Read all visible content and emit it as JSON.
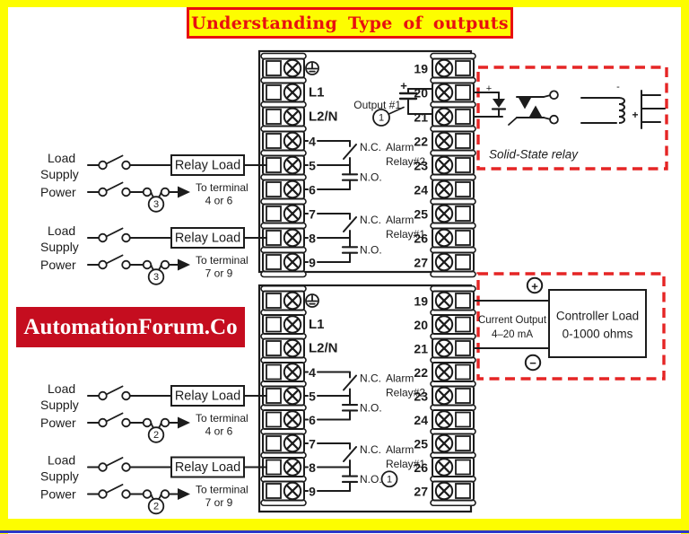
{
  "colors": {
    "ink": "#1c1c1c",
    "accent_red": "#e52525",
    "title_red": "#e81010",
    "yellow": "#fdfd00",
    "brand_bg": "#c50d1f",
    "brand_fg": "#ffffff",
    "blue_line": "#2b36c8"
  },
  "title": {
    "text": "Understanding Type of outputs"
  },
  "brand": {
    "text": "AutomationForum.Co"
  },
  "blocks": [
    {
      "name": "relay-and-ssr-output-block",
      "power_labels": [
        "L1",
        "L2/N"
      ],
      "left_terminals": [
        "4",
        "5",
        "6",
        "7",
        "8",
        "9"
      ],
      "right_terminals": [
        "19",
        "20",
        "21",
        "22",
        "23",
        "24",
        "25",
        "26",
        "27"
      ],
      "relay_groups": [
        {
          "nc": "N.C.",
          "no": "N.O.",
          "line1": "Alarm",
          "line2": "Relay#2"
        },
        {
          "nc": "N.C.",
          "no": "N.O.",
          "line1": "Alarm",
          "line2": "Relay#1"
        }
      ],
      "output1": {
        "label": "Output #1",
        "tag": "1",
        "plus": "+"
      },
      "ssr": {
        "label": "Solid-State relay",
        "plus": "+",
        "minus": "-"
      }
    },
    {
      "name": "current-output-block",
      "power_labels": [
        "L1",
        "L2/N"
      ],
      "left_terminals": [
        "4",
        "5",
        "6",
        "7",
        "8",
        "9"
      ],
      "right_terminals": [
        "19",
        "20",
        "21",
        "22",
        "23",
        "24",
        "25",
        "26",
        "27"
      ],
      "relay_groups": [
        {
          "nc": "N.C.",
          "no": "N.O.",
          "line1": "Alarm",
          "line2": "Relay#2"
        },
        {
          "nc": "N.C.",
          "no": "N.O.",
          "line1": "Alarm",
          "line2": "Relay#1",
          "tag": "1"
        }
      ],
      "current_output": {
        "line1": "Current Output",
        "line2": "4–20 mA",
        "plus": "+",
        "minus": "−",
        "load1": "Controller Load",
        "load2": "0-1000 ohms"
      }
    }
  ],
  "circuits": [
    {
      "supply": [
        "Load",
        "Supply",
        "Power"
      ],
      "relay_load": "Relay Load",
      "note1": "To terminal",
      "note2": "4 or 6",
      "tag": "3"
    },
    {
      "supply": [
        "Load",
        "Supply",
        "Power"
      ],
      "relay_load": "Relay Load",
      "note1": "To terminal",
      "note2": "7 or 9",
      "tag": "3"
    },
    {
      "supply": [
        "Load",
        "Supply",
        "Power"
      ],
      "relay_load": "Relay Load",
      "note1": "To terminal",
      "note2": "4 or 6",
      "tag": "2"
    },
    {
      "supply": [
        "Load",
        "Supply",
        "Power"
      ],
      "relay_load": "Relay Load",
      "note1": "To terminal",
      "note2": "7 or 9",
      "tag": "2"
    }
  ]
}
